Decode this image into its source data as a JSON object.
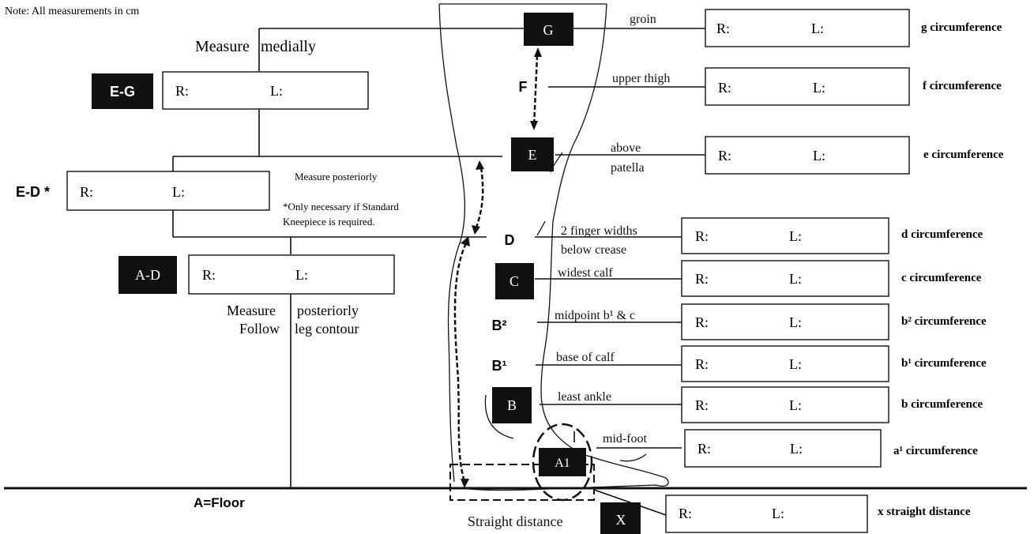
{
  "note": "Note: All measurements in cm",
  "floor_label": "A=Floor",
  "field_labels": {
    "right": "R:",
    "left": "L:"
  },
  "points": {
    "g": "G",
    "f": "F",
    "e": "E",
    "d": "D",
    "c": "C",
    "b2": "B²",
    "b1": "B¹",
    "b": "B",
    "a1": "A1",
    "x": "X"
  },
  "landmarks": {
    "groin": "groin",
    "upper_thigh": "upper thigh",
    "above_patella_1": "above",
    "above_patella_2": "patella",
    "finger_widths_1": "2 finger widths",
    "finger_widths_2": "below crease",
    "widest_calf": "widest calf",
    "midpoint": "midpoint b¹ & c",
    "base_of_calf": "base of calf",
    "least_ankle": "least ankle",
    "mid_foot": "mid-foot",
    "straight_distance": "Straight distance"
  },
  "circumferences": {
    "g": "g circumference",
    "f": "f circumference",
    "e": "e circumference",
    "d": "d circumference",
    "c": "c circumference",
    "b2": "b² circumference",
    "b1": "b¹ circumference",
    "b": "b circumference",
    "a1": "a¹ circumference",
    "x": "x straight distance"
  },
  "lengths": {
    "eg_label": "E-G",
    "eg_instruction_1": "Measure",
    "eg_instruction_2": "medially",
    "ed_label": "E-D *",
    "ed_instruction": "Measure posteriorly",
    "ed_note_1": "*Only necessary if Standard",
    "ed_note_2": "Kneepiece is required.",
    "ad_label": "A-D",
    "ad_instruction_1a": "Measure",
    "ad_instruction_1b": "posteriorly",
    "ad_instruction_2a": "Follow",
    "ad_instruction_2b": "leg contour"
  }
}
